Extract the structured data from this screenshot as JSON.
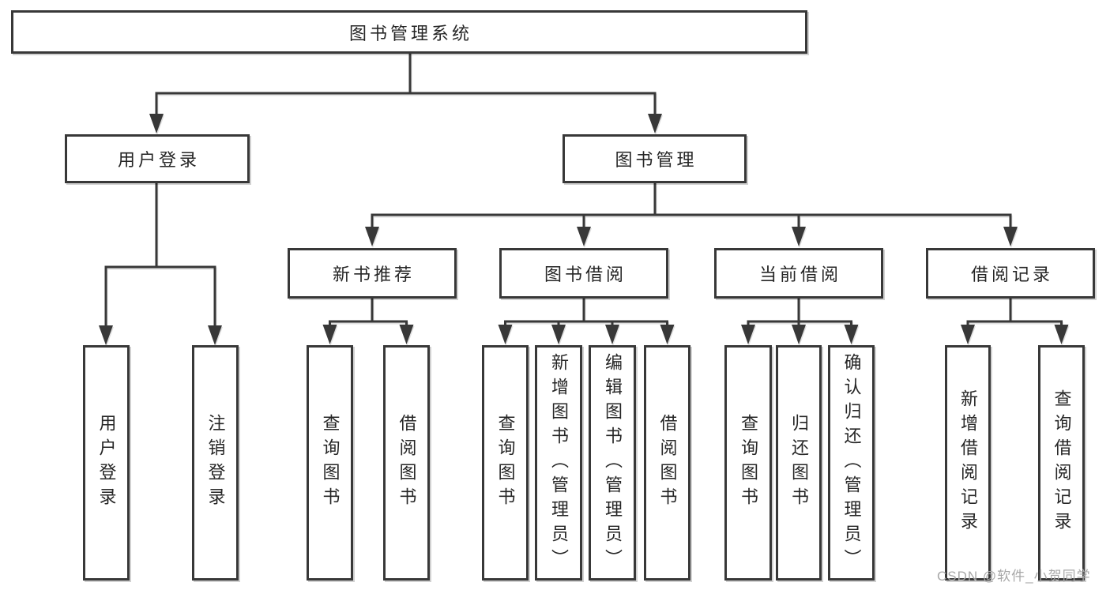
{
  "colors": {
    "line": "#383838",
    "text": "#262626",
    "box-bg": "#ffffff",
    "watermark": "#a8a8a8"
  },
  "tree": {
    "root": "图书管理系统",
    "branches": [
      {
        "label": "用户登录",
        "children": [
          "用户登录",
          "注销登录"
        ]
      },
      {
        "label": "图书管理",
        "sections": [
          {
            "label": "新书推荐",
            "children": [
              "查询图书",
              "借阅图书"
            ]
          },
          {
            "label": "图书借阅",
            "children": [
              "查询图书",
              "新增图书（管理员）",
              "编辑图书（管理员）",
              "借阅图书"
            ]
          },
          {
            "label": "当前借阅",
            "children": [
              "查询图书",
              "归还图书",
              "确认归还（管理员）"
            ]
          },
          {
            "label": "借阅记录",
            "children": [
              "新增借阅记录",
              "查询借阅记录"
            ]
          }
        ]
      }
    ]
  },
  "watermark": {
    "text": "CSDN @软件_小贺同学"
  }
}
